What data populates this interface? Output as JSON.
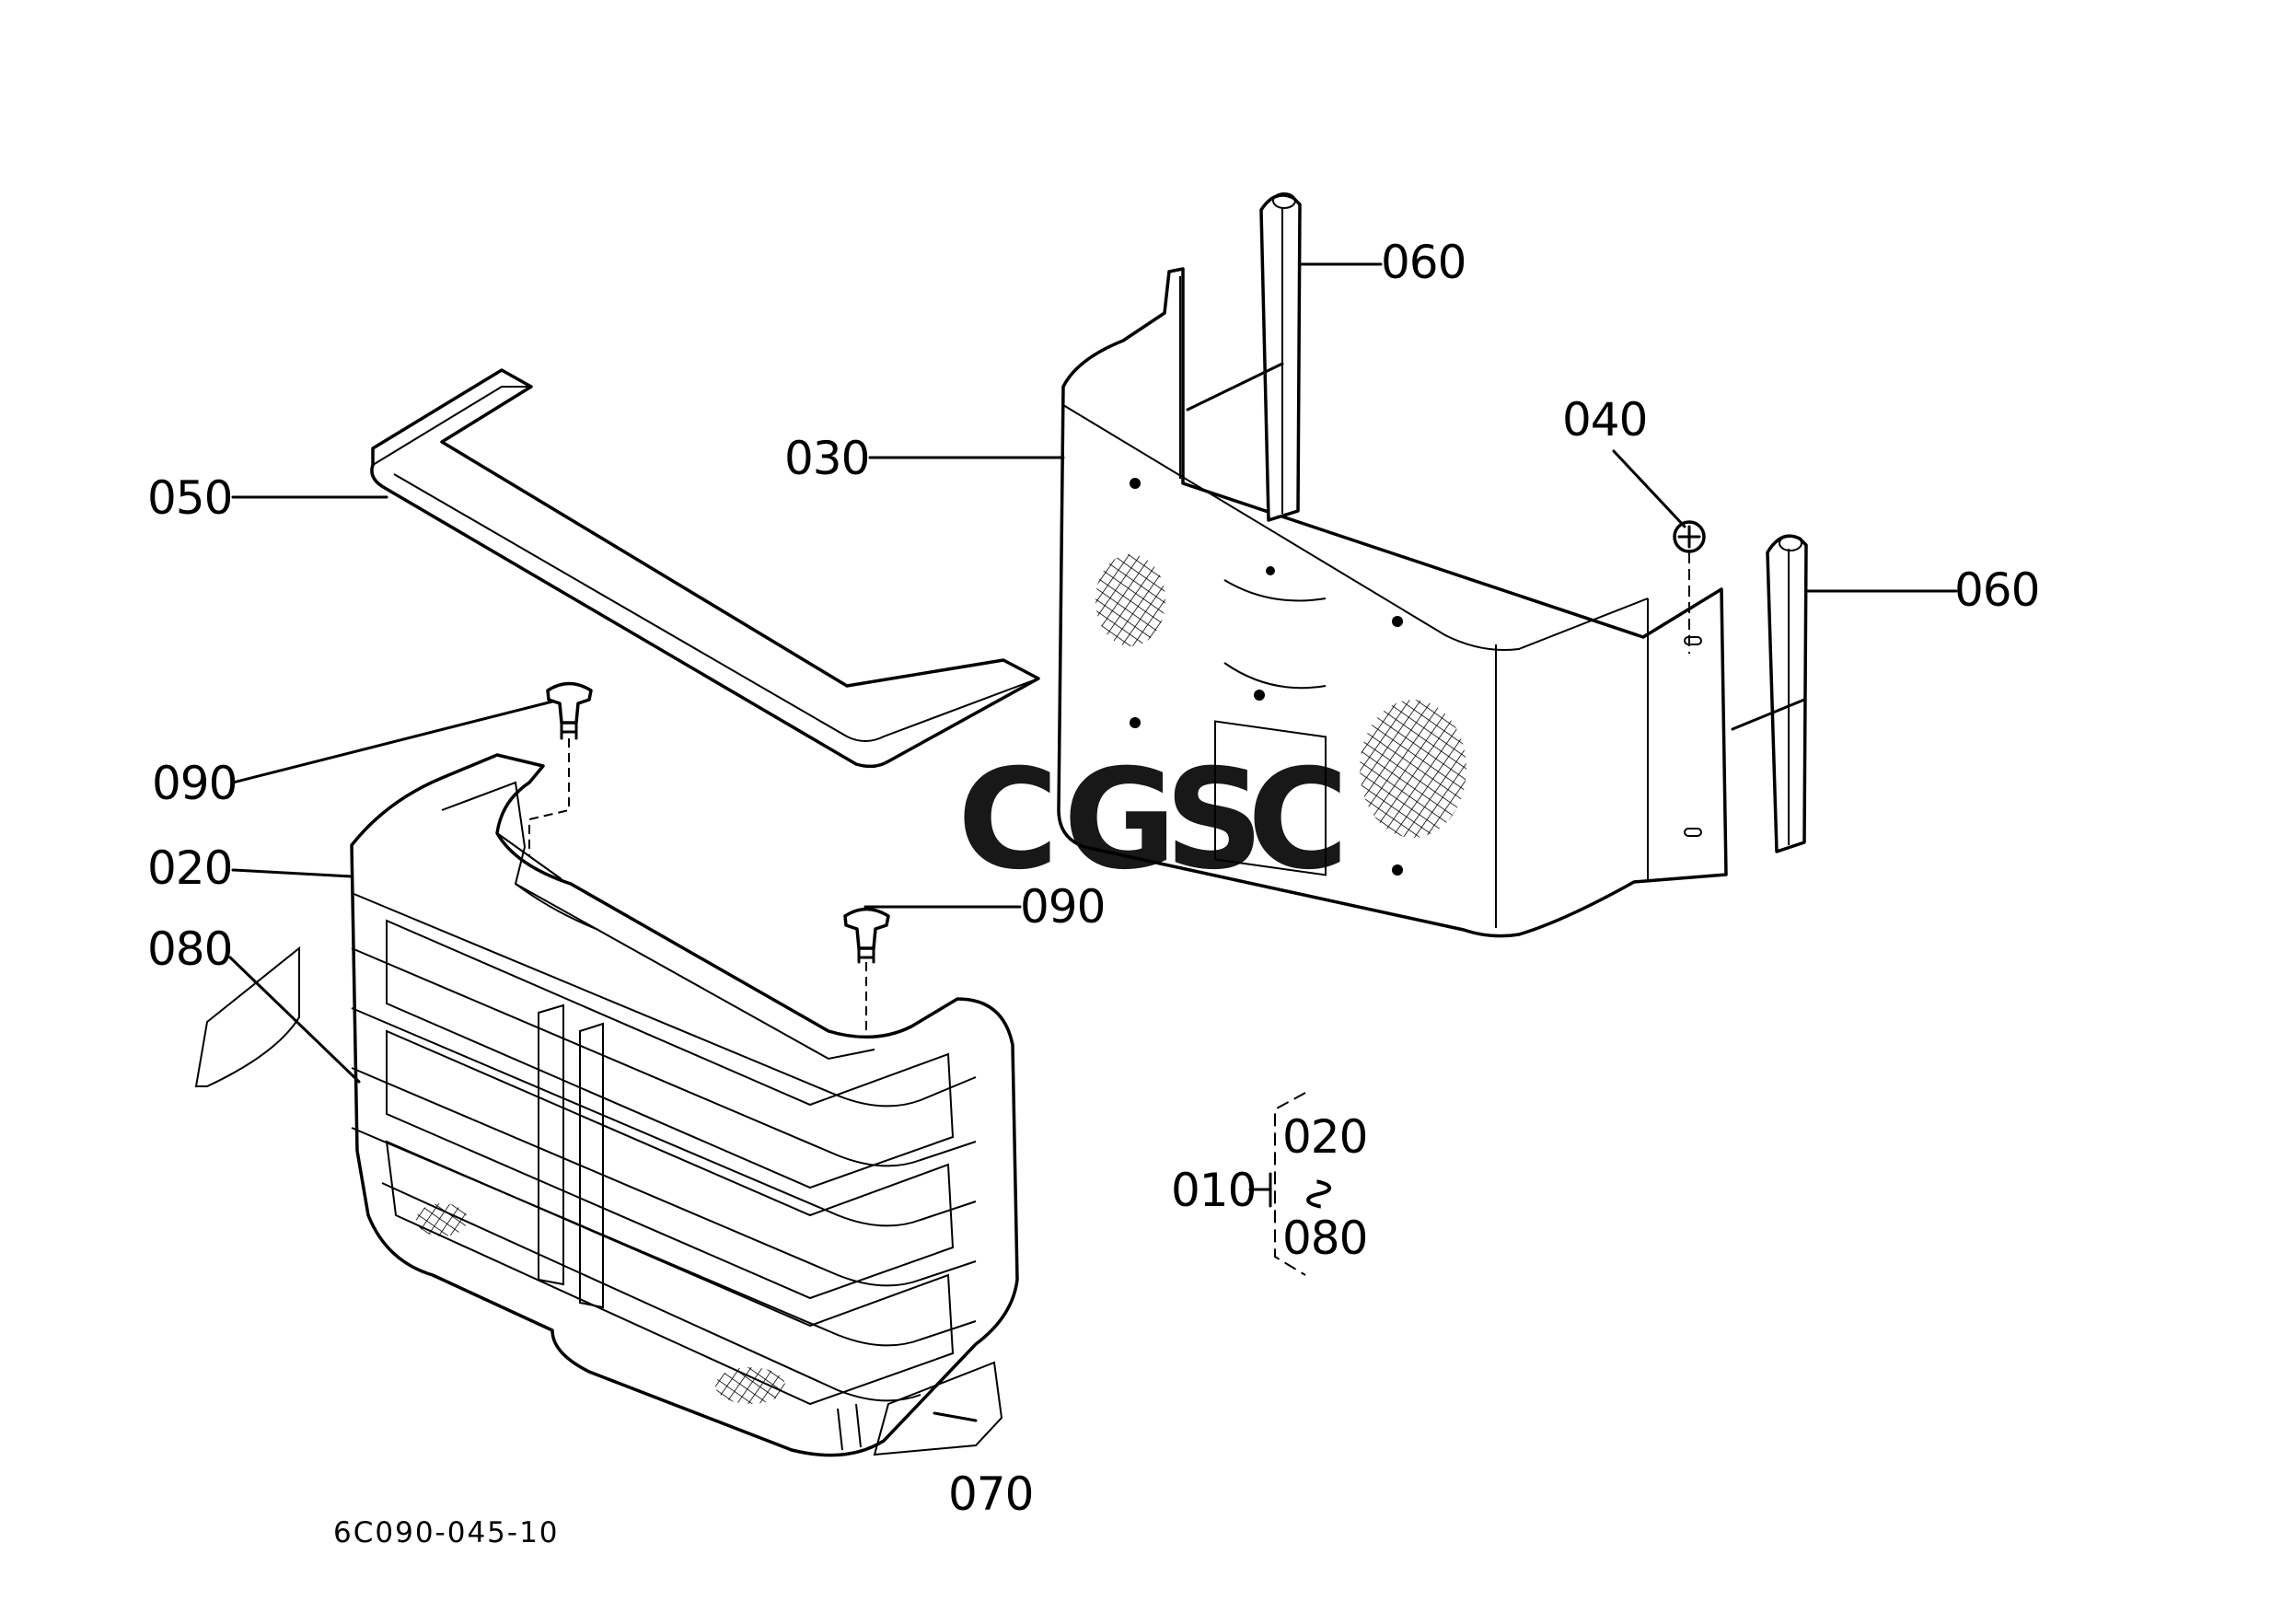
{
  "labels": {
    "p010": "010",
    "p020": "020",
    "p030": "030",
    "p040": "040",
    "p050": "050",
    "p060_top": "060",
    "p060_right": "060",
    "p070": "070",
    "p080": "080",
    "p090_left": "090",
    "p090_right": "090",
    "assembly_from": "020",
    "assembly_to": "080",
    "assembly_range_sign": "∿"
  },
  "figure_code": "6C090-045-10",
  "watermark": {
    "letters": [
      "C",
      "G",
      "S",
      "C"
    ],
    "colors": [
      "#6ea4ef",
      "#ef8a82",
      "#f4d24f",
      "#64be8c"
    ]
  }
}
